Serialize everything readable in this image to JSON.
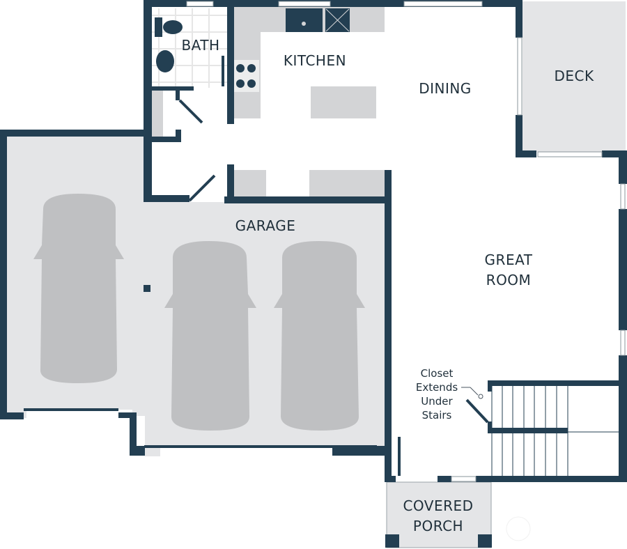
{
  "floor_plan": {
    "colors": {
      "wall": "#233f52",
      "floor_light": "#e4e5e7",
      "counter": "#d3d4d6",
      "car": "#bfc0c2",
      "interior": "#ffffff",
      "text": "#1f2f3a"
    },
    "rooms": {
      "bath": "BATH",
      "kitchen": "KITCHEN",
      "dining": "DINING",
      "deck": "DECK",
      "garage": "GARAGE",
      "great_room_line1": "GREAT",
      "great_room_line2": "ROOM",
      "porch_line1": "COVERED",
      "porch_line2": "PORCH"
    },
    "annotation": {
      "line1": "Closet",
      "line2": "Extends",
      "line3": "Under",
      "line4": "Stairs"
    }
  }
}
